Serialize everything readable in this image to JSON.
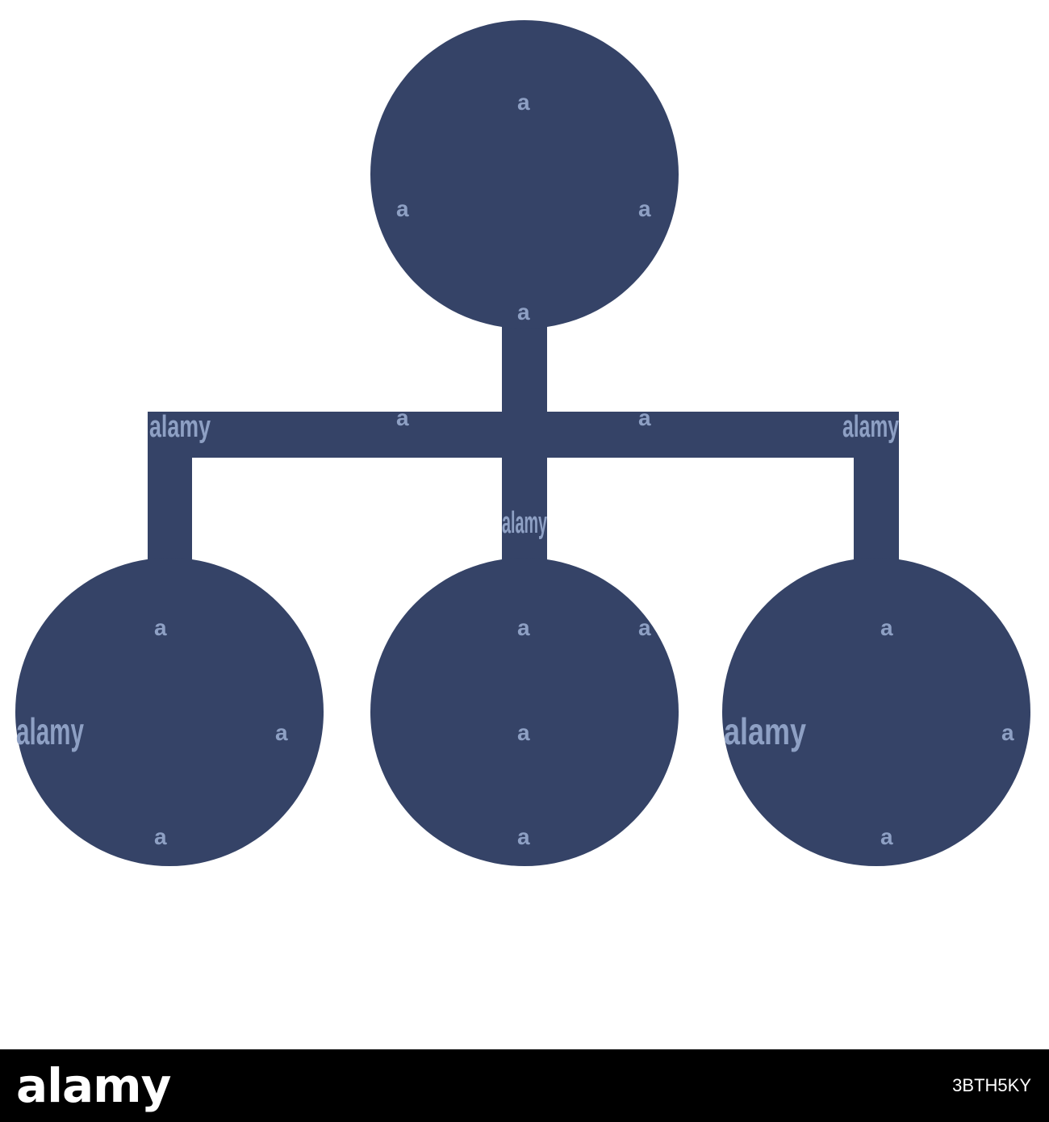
{
  "colors": {
    "node_fill": "#354367",
    "connector": "#354367",
    "background": "#ffffff",
    "footer_background": "#000000",
    "footer_text": "#ffffff",
    "watermark": "#8ea0c4"
  },
  "diagram": {
    "type": "hierarchy-icon",
    "nodes": [
      {
        "id": "root",
        "level": 0
      },
      {
        "id": "child-left",
        "level": 1,
        "parent": "root"
      },
      {
        "id": "child-center",
        "level": 1,
        "parent": "root"
      },
      {
        "id": "child-right",
        "level": 1,
        "parent": "root"
      }
    ]
  },
  "watermark": {
    "letter": "a",
    "word": "alamy"
  },
  "footer": {
    "brand": "alamy",
    "image_code": "3BTH5KY"
  }
}
